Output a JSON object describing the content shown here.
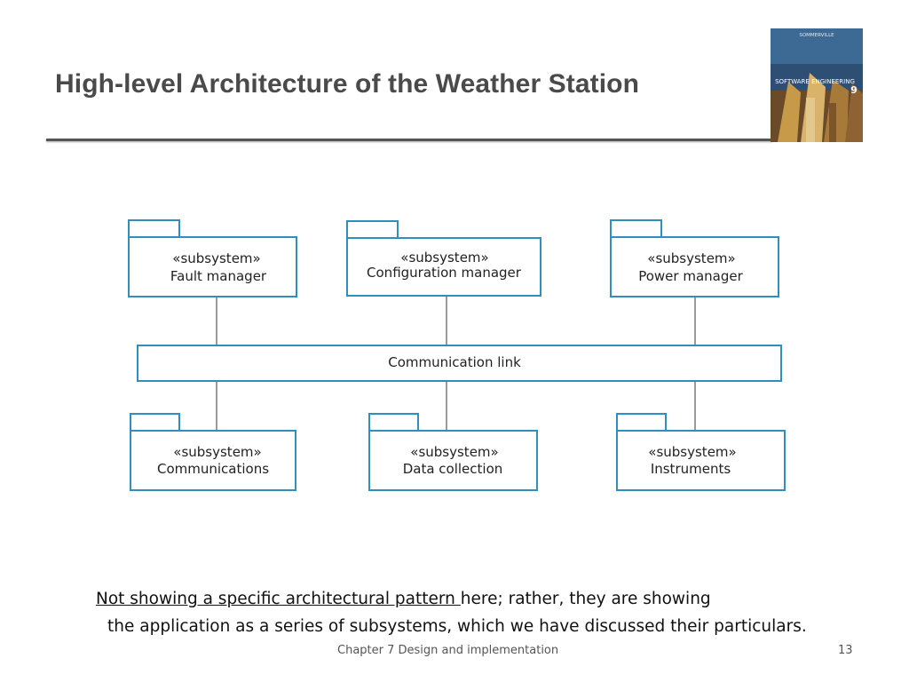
{
  "slide": {
    "title": "High-level Architecture of the Weather Station",
    "cover": {
      "publisher": "SOMMERVILLE",
      "book_title": "SOFTWARE ENGINEERING",
      "edition": "9"
    },
    "diagram": {
      "bus_label": "Communication link",
      "top_subsystems": [
        {
          "stereotype": "«subsystem»",
          "name": "Fault manager"
        },
        {
          "stereotype": "«subsystem»",
          "name": "Configuration manager"
        },
        {
          "stereotype": "«subsystem»",
          "name": "Power manager"
        }
      ],
      "bottom_subsystems": [
        {
          "stereotype": "«subsystem»",
          "name": "Communications"
        },
        {
          "stereotype": "«subsystem»",
          "name": "Data collection"
        },
        {
          "stereotype": "«subsystem»",
          "name": "Instruments"
        }
      ]
    },
    "note": {
      "underlined": "Not showing a specific architectural pattern ",
      "rest_line1": "here;  rather, they are showing",
      "line2": "the application as a series of subsystems, which we have discussed their particulars."
    },
    "footer": {
      "chapter": "Chapter 7 Design and implementation",
      "page": "13"
    }
  }
}
